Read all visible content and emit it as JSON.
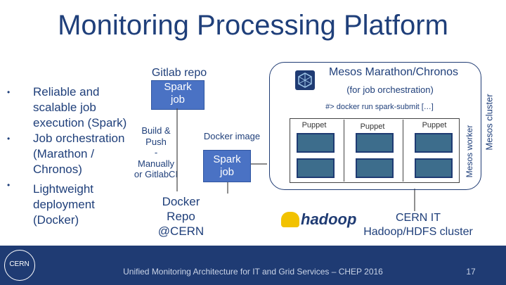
{
  "title": "Monitoring Processing Platform",
  "bullets": [
    [
      "Reliable and",
      "scalable job",
      "execution (Spark)"
    ],
    [
      "Job orchestration",
      "(Marathon /",
      "Chronos)"
    ],
    [
      "Lightweight",
      "deployment",
      "(Docker)"
    ]
  ],
  "gitlab": {
    "title": "Gitlab repo",
    "spark_job": [
      "Spark",
      "job"
    ]
  },
  "build_push": [
    "Build &",
    "Push",
    "-",
    "Manually",
    "or GitlabCI"
  ],
  "docker_image": {
    "label": "Docker image",
    "spark_job": [
      "Spark",
      "job"
    ]
  },
  "docker_repo": [
    "Docker",
    "Repo",
    "@CERN"
  ],
  "marathon": {
    "title": "Mesos Marathon/Chronos",
    "subtitle": "(for job orchestration)",
    "command": "#> docker run spark-submit […]",
    "puppet": [
      "Puppet",
      "Puppet",
      "Puppet"
    ],
    "mesos_worker": "Mesos worker",
    "mesos_cluster": "Mesos cluster"
  },
  "hadoop": {
    "logo_text": "hadoop",
    "label": [
      "CERN IT",
      "Hadoop/HDFS cluster"
    ]
  },
  "footer": {
    "text": "Unified Monitoring Architecture for IT and Grid Services – CHEP 2016",
    "page": "17",
    "logo": "CERN"
  },
  "colors": {
    "title": "#1f3f7a",
    "blue_box": "#4a72c4",
    "dark_box": "#555555",
    "footer": "#1f3b73"
  }
}
